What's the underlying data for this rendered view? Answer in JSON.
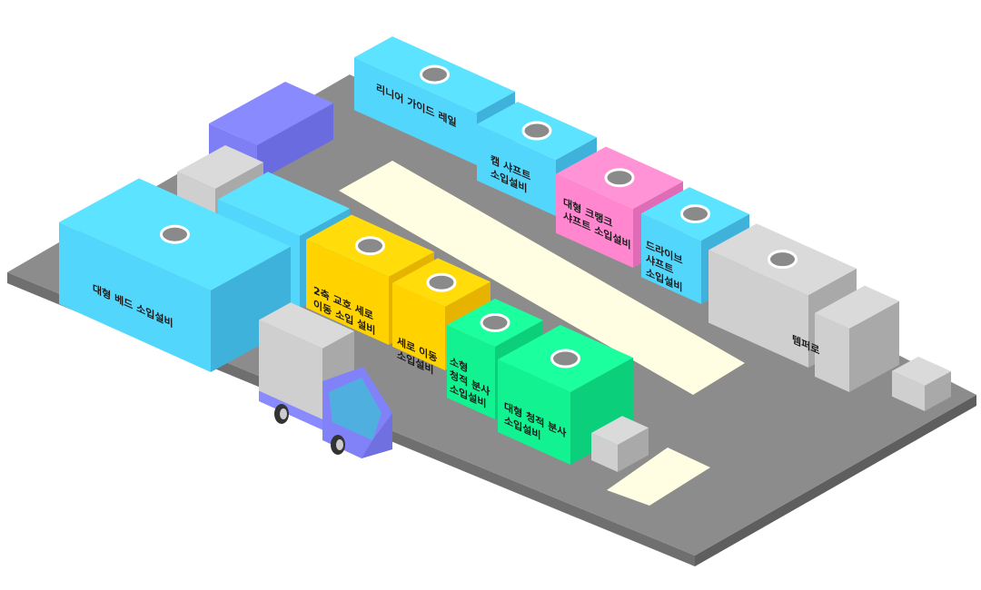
{
  "labels": {
    "linear_guide": "리니어 가이드 레일",
    "cam_shaft": "캠 샤프트\n소입설비",
    "crankshaft": "대형 크랭크\n샤프트 소입설비",
    "drive_shaft": "드라이브\n샤프트\n소입설비",
    "tamper": "템퍼로",
    "large_bed": "대형 베드 소입설비",
    "two_axis": "2축 교호 세로\n이동 소입 설비",
    "vertical_move": "세로 이동\n소입설비",
    "small_spray": "소형\n청적 분사\n소입설비",
    "large_spray": "대형 청적 분사\n소입설비"
  },
  "colors": {
    "floor": "#8c8c8c",
    "cyan": "#55e0ff",
    "yellow": "#ffd900",
    "pink": "#ff8cd4",
    "green": "#14f797",
    "purple": "#8888ff",
    "gray": "#d8d8d8",
    "cream": "#fffde2"
  }
}
